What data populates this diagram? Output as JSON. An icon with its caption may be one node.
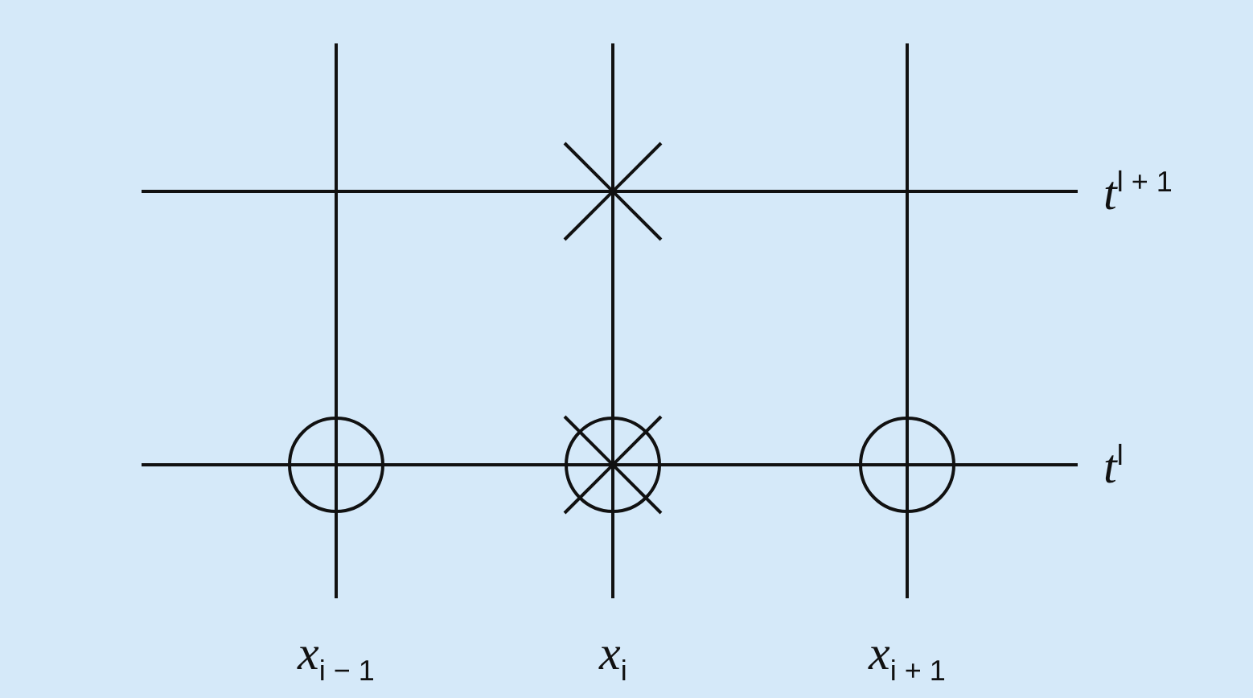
{
  "diagram": {
    "labels": [
      "*t*$^{l + 1}$",
      "*t*$^{l}$",
      "*x*$_{i − 1}$",
      "*x*$_{i}$",
      "*x*$_{i + 1}$"
    ]
  }
}
